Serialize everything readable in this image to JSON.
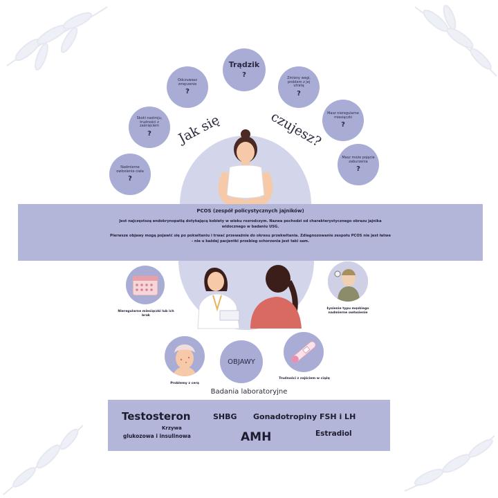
{
  "bubbles": [
    {
      "text": "Nadmierne owłosienie ciała",
      "q": "?"
    },
    {
      "text": "Skoki nastroju, trudności z zaśnięciem",
      "q": "?"
    },
    {
      "text": "Odczuwasz zmęczenie",
      "q": "?"
    },
    {
      "text": "Trądzik",
      "q": "?"
    },
    {
      "text": "Zmiany wagi, problem z jej utratą",
      "q": "?"
    },
    {
      "text": "Masz nieregularne miesiączki",
      "q": "?"
    },
    {
      "text": "Masz może pojęcie zaburzenia",
      "q": "?"
    }
  ],
  "arc_left": "Jak się",
  "arc_right": "czujesz?",
  "band": {
    "title": "PCOS (zespół policystycznych jajników)",
    "lines": [
      "Jest najczęstszą endokrynopatią dotykającą kobiety w wieku rozrodczym. Nazwa pochodzi od charakterystycznego obrazu jajnika",
      "widocznego w badaniu USG.",
      "Pierwsze objawy mogą pojawić się po pokwitaniu i trwać przeważnie do okresu przekwitania. Zdiagnozowanie zespołu PCOS nie jest łatwe",
      "- nie u każdej pacjentki przebieg schorzenia jest taki sam."
    ]
  },
  "symptoms": {
    "calendar": "Nieregularne miesiączki lub ich brak",
    "hair": "Łysienie typu męskiego nadmierne owłosienie",
    "skin": "Problemy z cerą",
    "center": "OBJAWY",
    "test": "Trudności z zajściem w ciążę"
  },
  "lab": {
    "heading": "Badania laboratoryjne",
    "testosteron": "Testosteron",
    "shbg": "SHBG",
    "gonado": "Gonadotropiny FSH i LH",
    "krzywa1": "Krzywa",
    "krzywa2": "glukozowa i insulinowa",
    "amh": "AMH",
    "estradiol": "Estradiol"
  },
  "colors": {
    "accent": "#a9acd4",
    "band": "#b3b5d9",
    "skin": "#f6c9a8",
    "hair": "#4a2a22",
    "red": "#d96a62"
  }
}
